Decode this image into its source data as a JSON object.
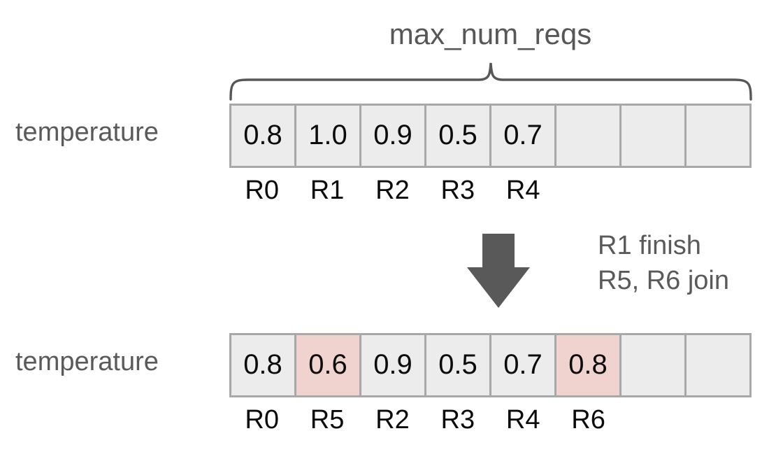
{
  "diagram": {
    "title": "max_num_reqs",
    "brace_label": "max_num_reqs",
    "colors": {
      "cell_fill": "#ececec",
      "cell_border": "#a8a8a8",
      "highlight_fill": "#f0d2cf",
      "text_gray": "#5a5a5a",
      "text_black": "#0b0b0b",
      "arrow_fill": "#595959",
      "background": "#ffffff"
    },
    "rows": [
      {
        "name": "before",
        "label": "temperature",
        "num_cells": 8,
        "cells": [
          {
            "value": "0.8",
            "highlighted": false,
            "request": "R0"
          },
          {
            "value": "1.0",
            "highlighted": false,
            "request": "R1"
          },
          {
            "value": "0.9",
            "highlighted": false,
            "request": "R2"
          },
          {
            "value": "0.5",
            "highlighted": false,
            "request": "R3"
          },
          {
            "value": "0.7",
            "highlighted": false,
            "request": "R4"
          },
          {
            "value": "",
            "highlighted": false,
            "request": ""
          },
          {
            "value": "",
            "highlighted": false,
            "request": ""
          },
          {
            "value": "",
            "highlighted": false,
            "request": ""
          }
        ]
      },
      {
        "name": "after",
        "label": "temperature",
        "num_cells": 8,
        "cells": [
          {
            "value": "0.8",
            "highlighted": false,
            "request": "R0"
          },
          {
            "value": "0.6",
            "highlighted": true,
            "request": "R5"
          },
          {
            "value": "0.9",
            "highlighted": false,
            "request": "R2"
          },
          {
            "value": "0.5",
            "highlighted": false,
            "request": "R3"
          },
          {
            "value": "0.7",
            "highlighted": false,
            "request": "R4"
          },
          {
            "value": "0.8",
            "highlighted": true,
            "request": "R6"
          },
          {
            "value": "",
            "highlighted": false,
            "request": ""
          },
          {
            "value": "",
            "highlighted": false,
            "request": ""
          }
        ]
      }
    ],
    "transition": {
      "arrow_icon": "arrow-down-icon",
      "notes": [
        "R1 finish",
        "R5, R6 join"
      ]
    }
  }
}
